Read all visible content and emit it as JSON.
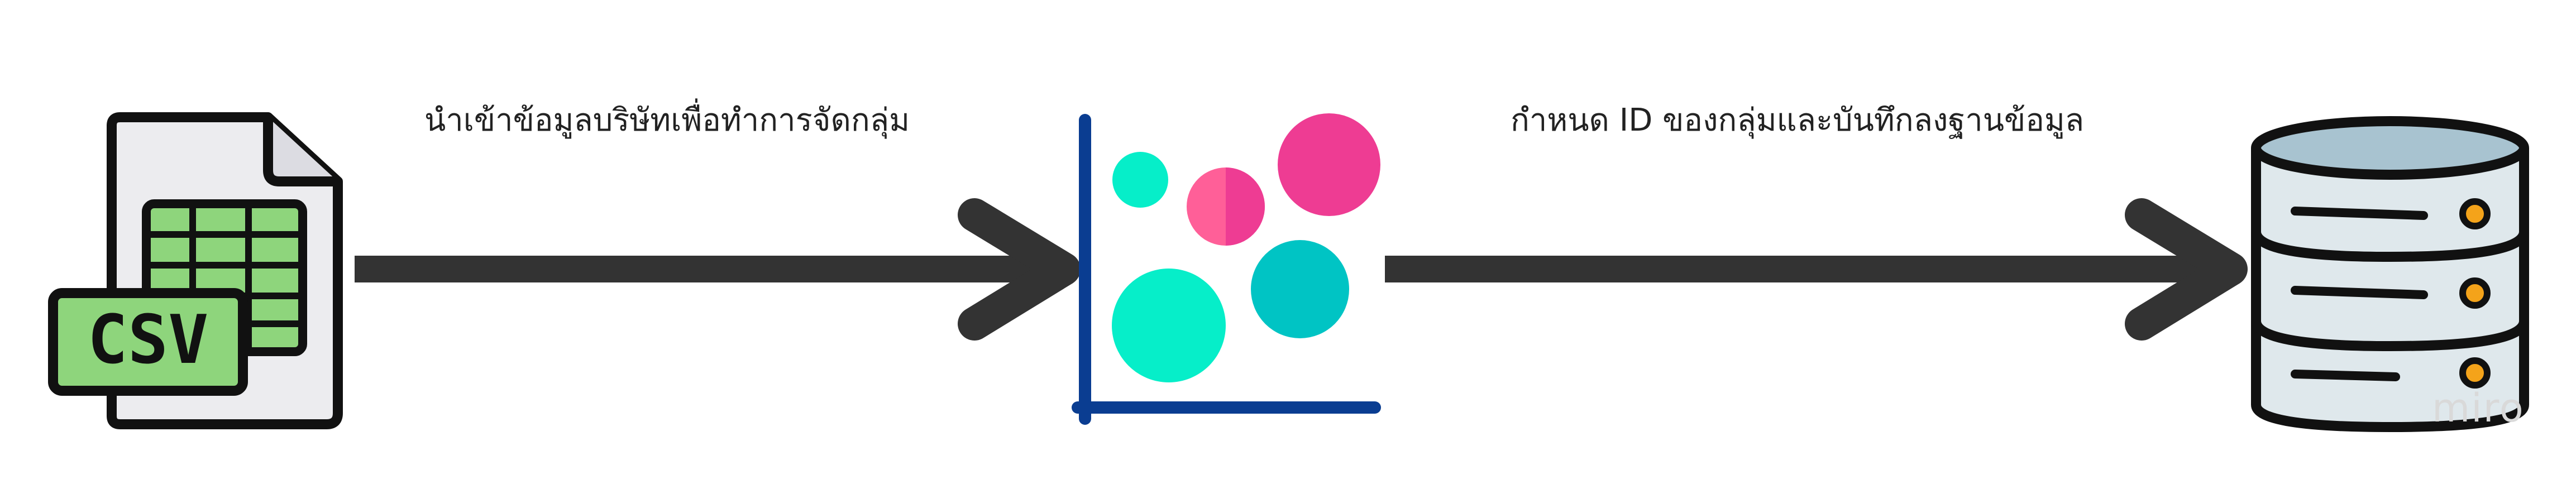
{
  "steps": {
    "import_label": "นำเข้าข้อมูลบริษัทเพื่อทำการจัดกลุ่ม",
    "assign_label": "กำหนด ID ของกลุ่มและบันทึกลงฐานข้อมูล"
  },
  "csv_icon": {
    "text": "CSV"
  },
  "watermark": "miro",
  "icons": [
    "csv-file-icon",
    "right-arrow-icon",
    "cluster-scatter-icon",
    "database-icon"
  ],
  "colors": {
    "arrow": "#333333",
    "outline": "#111111",
    "sheet_green": "#8ed57c",
    "file_gray": "#ececef",
    "axis_blue": "#0a3d91",
    "mint": "#06eec9",
    "pink_light": "#ff5f98",
    "pink": "#ee3c93",
    "teal": "#00c4c4",
    "db_top": "#a8c3d0",
    "db_body": "#dfe8ec",
    "db_light": "#f4a31a"
  }
}
